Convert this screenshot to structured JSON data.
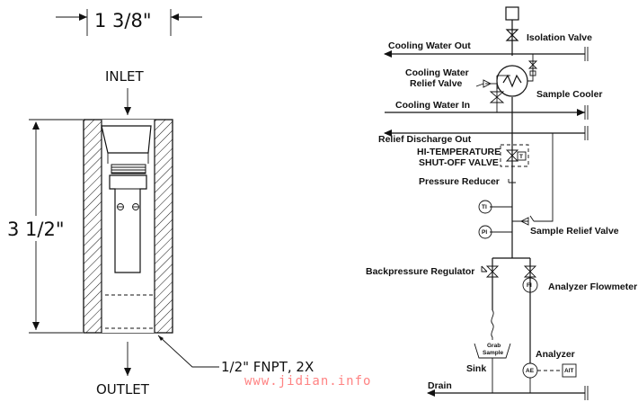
{
  "fitting": {
    "width_dim": "1  3/8\"",
    "height_dim": "3  1/2\"",
    "inlet": "INLET",
    "outlet": "OUTLET",
    "thread": "1/2\"  FNPT, 2X"
  },
  "schematic": {
    "cooling_water_out": "Cooling Water Out",
    "isolation_valve": "Isolation Valve",
    "cooling_water_relief_1": "Cooling Water",
    "cooling_water_relief_2": "Relief Valve",
    "sample_cooler": "Sample Cooler",
    "cooling_water_in": "Cooling Water In",
    "relief_discharge_out": "Relief Discharge Out",
    "hi_temp_1": "HI-TEMPERATURE",
    "hi_temp_2": "SHUT-OFF VALVE",
    "pressure_reducer": "Pressure Reducer",
    "sample_relief_valve": "Sample Relief Valve",
    "backpressure_regulator": "Backpressure Regulator",
    "analyzer_flowmeter": "Analyzer Flowmeter",
    "grab_1": "Grab",
    "grab_2": "Sample",
    "sink": "Sink",
    "analyzer": "Analyzer",
    "drain": "Drain",
    "ti": "TI",
    "pi": "PI",
    "fi": "FI",
    "ae": "AE",
    "ait": "AIT",
    "t_box": "T"
  },
  "watermark": "www.jidian.info"
}
